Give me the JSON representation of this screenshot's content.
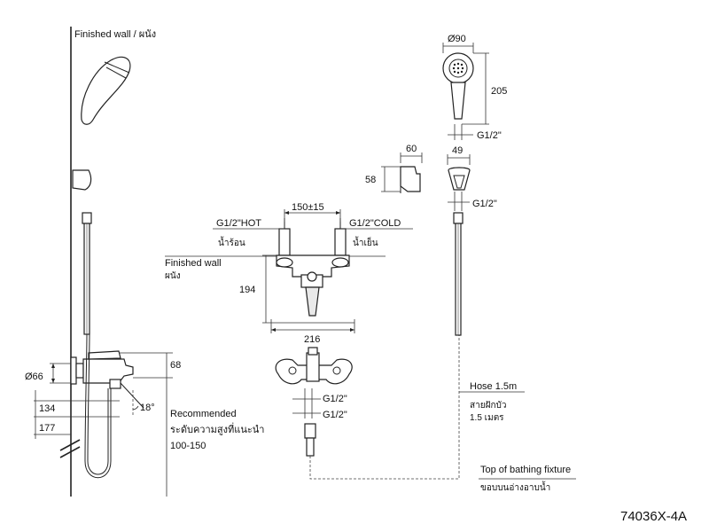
{
  "labels": {
    "finished_wall_top": "Finished wall / ผนัง",
    "finished_wall_mid_en": "Finished wall",
    "finished_wall_mid_th": "ผนัง",
    "dia_head": "Ø90",
    "head_height": "205",
    "g12_head": "G1/2\"",
    "holder_width": "60",
    "holder_height": "58",
    "holder_dia": "49",
    "g12_holder": "G1/2\"",
    "center_distance": "150±15",
    "g12_hot": "G1/2\"HOT",
    "hot_th": "น้ำร้อน",
    "g12_cold": "G1/2\"COLD",
    "cold_th": "น้ำเย็น",
    "body_height": "194",
    "body_width": "216",
    "dia_flange": "Ø66",
    "dim_68": "68",
    "dim_134": "134",
    "dim_177": "177",
    "angle": "18°",
    "recommended_en": "Recommended",
    "recommended_th": "ระดับความสูงที่แนะนำ",
    "recommended_range": "100-150",
    "g12_front_1": "G1/2\"",
    "g12_front_2": "G1/2\"",
    "hose_en": "Hose 1.5m",
    "hose_th_1": "สายฝักบัว",
    "hose_th_2": "1.5 เมตร",
    "top_fixture_en": "Top of bathing fixture",
    "top_fixture_th": "ขอบบนอ่างอาบน้ำ",
    "model_code": "74036X-4A"
  }
}
